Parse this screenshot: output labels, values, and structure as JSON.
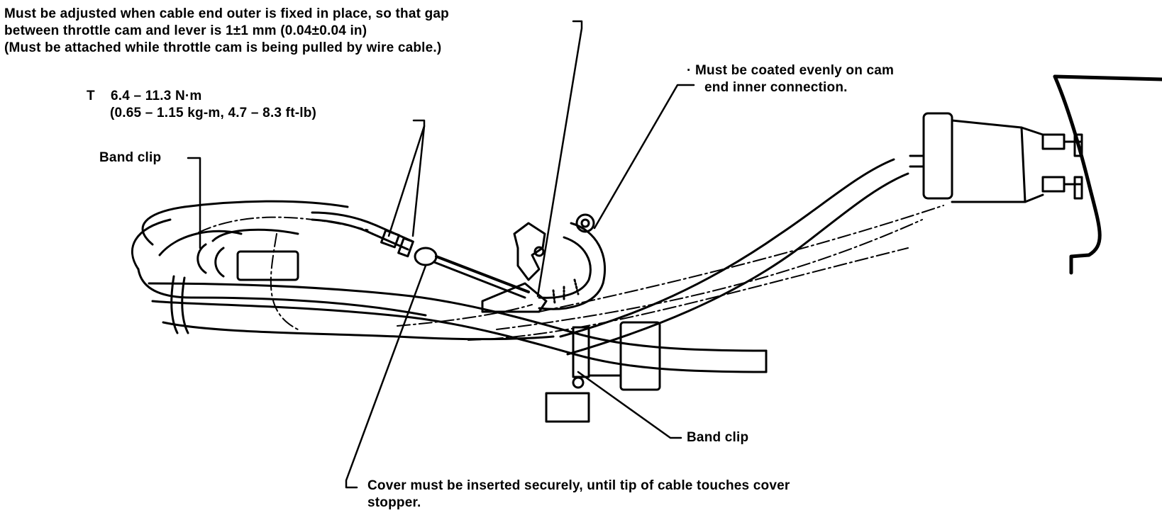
{
  "notes": {
    "adjust": [
      "Must be adjusted when cable end outer is fixed in place, so that gap",
      "between throttle cam and lever is 1±1 mm (0.04±0.04 in)",
      "(Must be attached while throttle cam is being pulled by wire cable.)"
    ],
    "torque": {
      "symbol": "T",
      "metric": "6.4 – 11.3 N·m",
      "imperial": "(0.65 – 1.15 kg-m, 4.7 – 8.3 ft-lb)"
    },
    "coating": [
      "·  Must be coated evenly on cam",
      "end inner connection."
    ],
    "band_clip_left": "Band clip",
    "band_clip_right": "Band clip",
    "cover": [
      "Cover must be inserted securely, until tip of cable touches cover",
      "stopper."
    ]
  }
}
